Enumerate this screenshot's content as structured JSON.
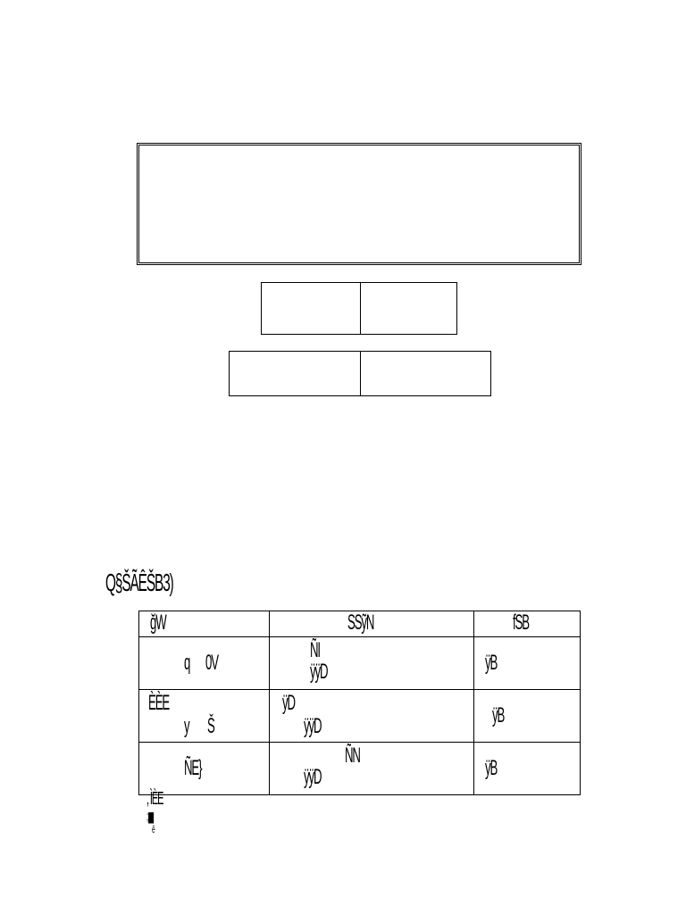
{
  "section_heading": "Q§ŠÃÊŠB3)",
  "table": {
    "headers": [
      "ğW",
      "SSỹN",
      "fSB"
    ],
    "rows": [
      {
        "c1": [
          "q",
          "0V"
        ],
        "c2": [
          "ÑI",
          "ÿÿD"
        ],
        "c3": [
          "ÿB"
        ]
      },
      {
        "c1": [
          "ÈÈE",
          "y",
          "Š"
        ],
        "c2": [
          "ÿD",
          "ÿÿD"
        ],
        "c3": [
          "ÿB"
        ]
      },
      {
        "c1": [
          "ÑE}"
        ],
        "c2": [
          "ÑN",
          "ÿÿD"
        ],
        "c3": [
          "ÿB"
        ]
      }
    ]
  },
  "footnote": {
    "line1": ", ÌÈE",
    "line2": "; ▆",
    "line3": "ê"
  }
}
